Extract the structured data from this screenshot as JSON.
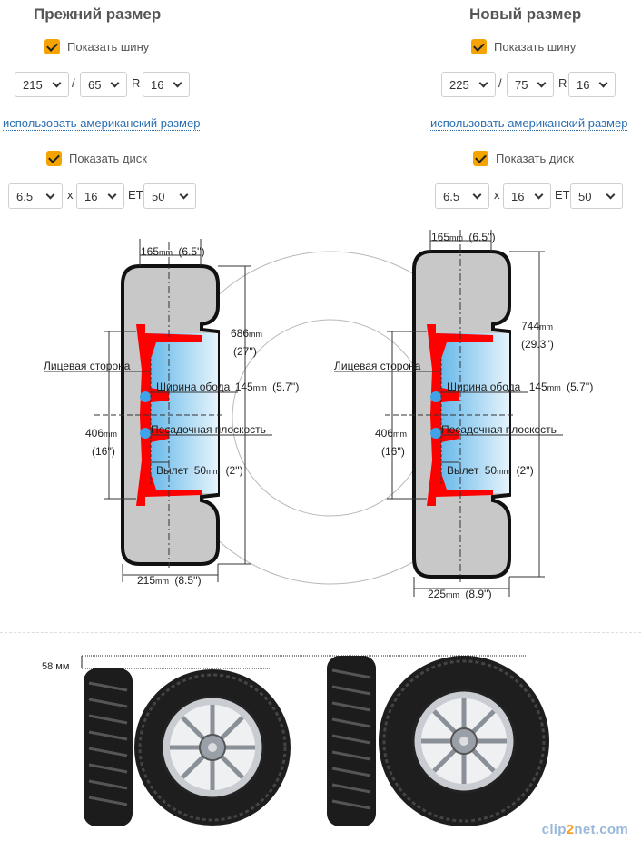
{
  "old": {
    "title": "Прежний размер",
    "show_tire_label": "Показать шину",
    "tire_width": "215",
    "tire_profile": "65",
    "r_label": "R",
    "tire_rim": "16",
    "american_link": "использовать американский размер",
    "show_disk_label": "Показать диск",
    "disk_width": "6.5",
    "x_label": "x",
    "disk_diameter": "16",
    "et_label": "ET",
    "disk_et": "50"
  },
  "new": {
    "title": "Новый размер",
    "show_tire_label": "Показать шину",
    "tire_width": "225",
    "tire_profile": "75",
    "r_label": "R",
    "tire_rim": "16",
    "american_link": "использовать американский размер",
    "show_disk_label": "Показать диск",
    "disk_width": "6.5",
    "x_label": "x",
    "disk_diameter": "16",
    "et_label": "ET",
    "disk_et": "50"
  },
  "slash": "/",
  "diagram_old": {
    "rim_width_num": "165",
    "rim_width_unit": "mm",
    "rim_width_in": "(6.5'')",
    "outer_d_num": "686",
    "outer_d_unit": "mm",
    "outer_d_in": "(27'')",
    "rim_d_num": "406",
    "rim_d_unit": "mm",
    "rim_d_in": "(16'')",
    "face_side": "Лицевая сторона",
    "rim_width_label": "Ширина обода",
    "rim_width_val_num": "145",
    "rim_width_val_unit": "mm",
    "rim_width_val_in": "(5.7'')",
    "mount_plane": "Посадочная плоскость",
    "offset_label": "Вылет",
    "offset_num": "50",
    "offset_unit": "mm",
    "offset_in": "(2'')",
    "tire_w_num": "215",
    "tire_w_unit": "mm",
    "tire_w_in": "(8.5'')"
  },
  "diagram_new": {
    "rim_width_num": "165",
    "rim_width_unit": "mm",
    "rim_width_in": "(6.5'')",
    "outer_d_num": "744",
    "outer_d_unit": "mm",
    "outer_d_in": "(29.3'')",
    "rim_d_num": "406",
    "rim_d_unit": "mm",
    "rim_d_in": "(16'')",
    "face_side": "Лицевая сторона",
    "rim_width_label": "Ширина обода",
    "rim_width_val_num": "145",
    "rim_width_val_unit": "mm",
    "rim_width_val_in": "(5.7'')",
    "mount_plane": "Посадочная плоскость",
    "offset_label": "Вылет",
    "offset_num": "50",
    "offset_unit": "mm",
    "offset_in": "(2'')",
    "tire_w_num": "225",
    "tire_w_unit": "mm",
    "tire_w_in": "(8.9'')"
  },
  "compare": {
    "height_diff": "58 мм"
  },
  "watermark": {
    "part1": "clip",
    "part2": "2",
    "part3": "net.com"
  },
  "colors": {
    "accent": "#f5a300",
    "link": "#2a6fb0",
    "disk_red": "#ff0000",
    "tire_gray": "#c8c8c8",
    "hub_blue": "#9fd3f2"
  }
}
